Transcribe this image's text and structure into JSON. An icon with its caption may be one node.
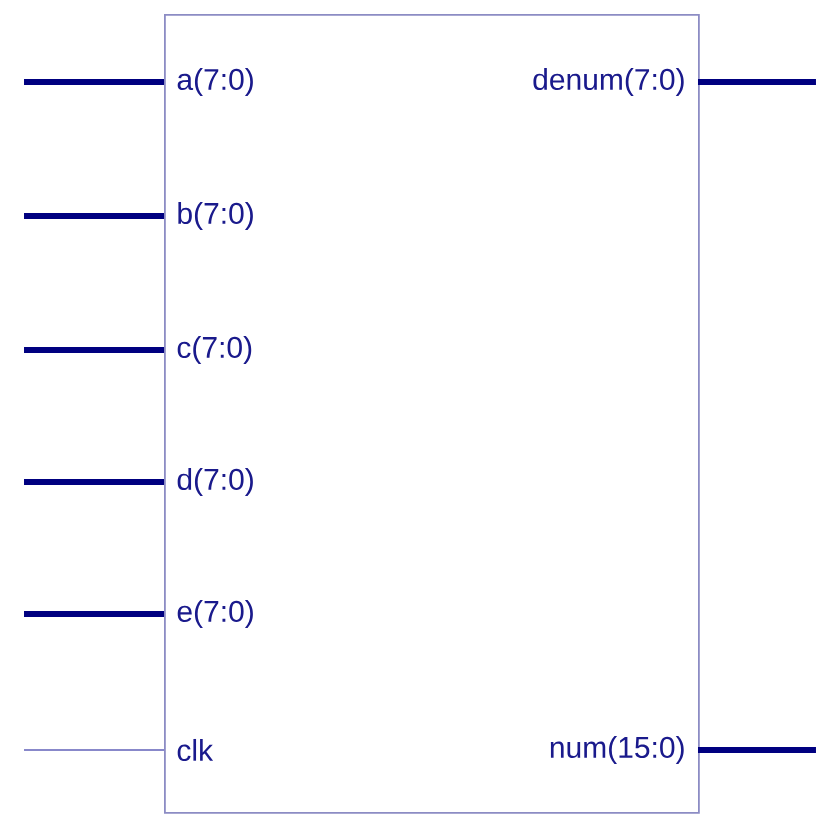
{
  "diagram": {
    "nodes": [
      {
        "text": [],
        "shape": "box"
      },
      {
        "text": [
          "a(7:0)"
        ],
        "in": 0
      },
      {
        "text": [
          "denum(7:0)"
        ],
        "in": 0
      },
      {
        "text": [
          "b(7:0)"
        ],
        "in": 0
      },
      {
        "text": [
          "c(7:0)"
        ],
        "in": 0
      },
      {
        "text": [
          "d(7:0)"
        ],
        "in": 0
      },
      {
        "text": [
          "e(7:0)"
        ],
        "in": 0
      },
      {
        "text": [
          "clk"
        ],
        "in": 0
      },
      {
        "text": [
          "num(15:0)"
        ],
        "in": 0
      }
    ],
    "edges": [
      {
        "from": null,
        "to": 1,
        "arrow": "none"
      },
      {
        "from": 2,
        "to": null,
        "arrow": "none"
      },
      {
        "from": null,
        "to": 3,
        "arrow": "none"
      },
      {
        "from": null,
        "to": 4,
        "arrow": "none"
      },
      {
        "from": null,
        "to": 5,
        "arrow": "none"
      },
      {
        "from": null,
        "to": 6,
        "arrow": "none"
      },
      {
        "from": null,
        "to": 7,
        "arrow": "none",
        "color": "#6060b8"
      },
      {
        "from": 8,
        "to": null,
        "arrow": "none"
      }
    ]
  }
}
